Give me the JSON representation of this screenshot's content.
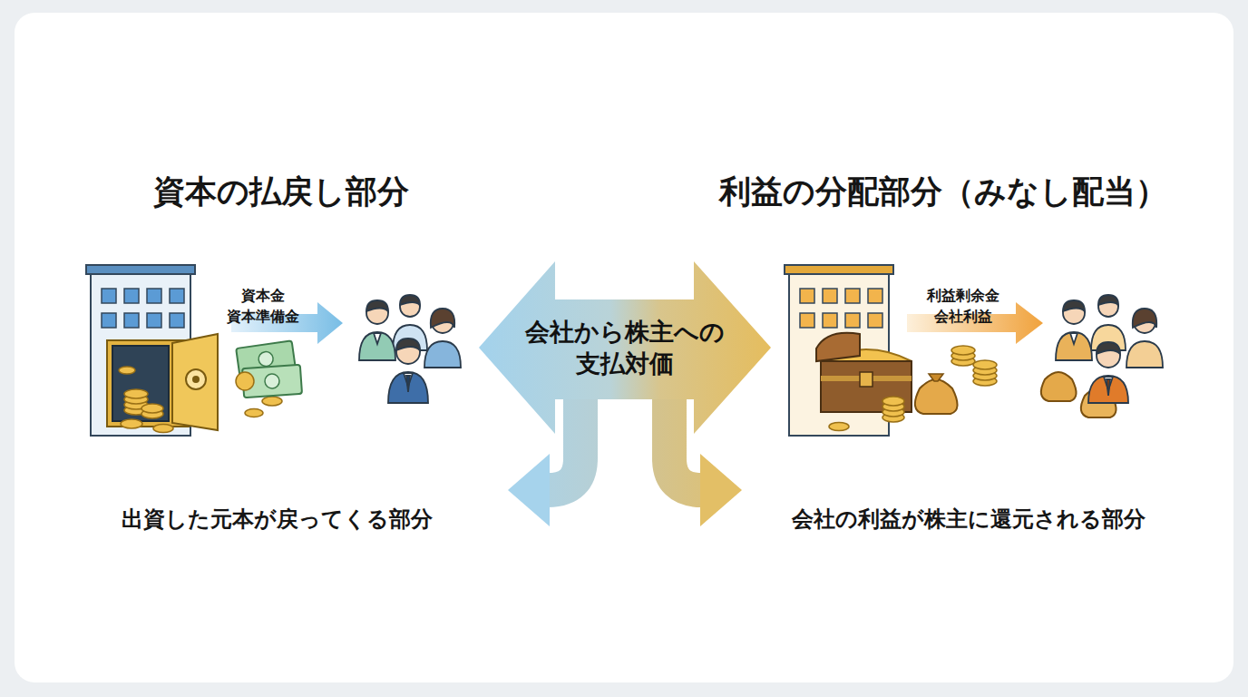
{
  "diagram": {
    "nodes": [
      {
        "text": [
          "会社から株主への 支払対価"
        ]
      }
    ],
    "labels": [
      "資本の払戻し部分",
      "利益の分配部分（みなし配当）",
      "資本金",
      "資本準備金",
      "出資した元本が戻ってくる部分",
      "利益剰余金",
      "会社利益",
      "会社の利益が株主に還元される部分"
    ]
  }
}
